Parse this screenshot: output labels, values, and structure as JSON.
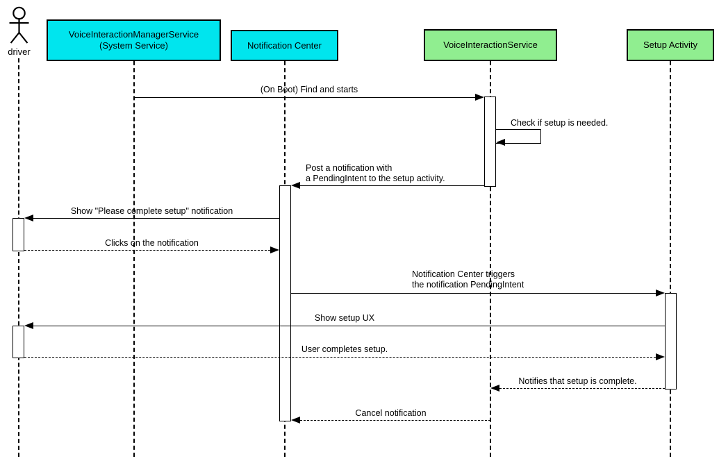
{
  "diagram": {
    "type": "uml-sequence-diagram",
    "background": "#FFFFFF",
    "line_color": "#000000",
    "actor": {
      "label": "driver"
    },
    "participants": [
      {
        "line1": "VoiceInteractionManagerService",
        "line2": "(System Service)",
        "fill": "#00E5EE"
      },
      {
        "label": "Notification Center",
        "fill": "#00E5EE"
      },
      {
        "label": "VoiceInteractionService",
        "fill": "#90EE90"
      },
      {
        "label": "Setup Activity",
        "fill": "#90EE90"
      }
    ],
    "messages": [
      {
        "label": "(On Boot) Find and starts",
        "from": "VoiceInteractionManagerService (System Service)",
        "to": "VoiceInteractionService",
        "line": "solid"
      },
      {
        "label": "Check if setup is needed.",
        "from": "VoiceInteractionService",
        "to": "VoiceInteractionService",
        "line": "solid-self"
      },
      {
        "line1": "Post a notification with",
        "line2": "a PendingIntent to the setup activity.",
        "from": "VoiceInteractionService",
        "to": "Notification Center",
        "line": "solid"
      },
      {
        "label": "Show \"Please complete setup\" notification",
        "from": "Notification Center",
        "to": "driver",
        "line": "solid"
      },
      {
        "label": "Clicks on the notification",
        "from": "driver",
        "to": "Notification Center",
        "line": "dashed"
      },
      {
        "line1": "Notification Center triggers",
        "line2": "the notification PendingIntent",
        "from": "Notification Center",
        "to": "Setup Activity",
        "line": "solid"
      },
      {
        "label": "Show setup UX",
        "from": "Setup Activity",
        "to": "driver",
        "line": "solid"
      },
      {
        "label": "User completes setup.",
        "from": "driver",
        "to": "Setup Activity",
        "line": "dashed"
      },
      {
        "label": "Notifies that setup is complete.",
        "from": "Setup Activity",
        "to": "VoiceInteractionService",
        "line": "dashed"
      },
      {
        "label": "Cancel notification",
        "from": "VoiceInteractionService",
        "to": "Notification Center",
        "line": "dashed"
      }
    ]
  }
}
